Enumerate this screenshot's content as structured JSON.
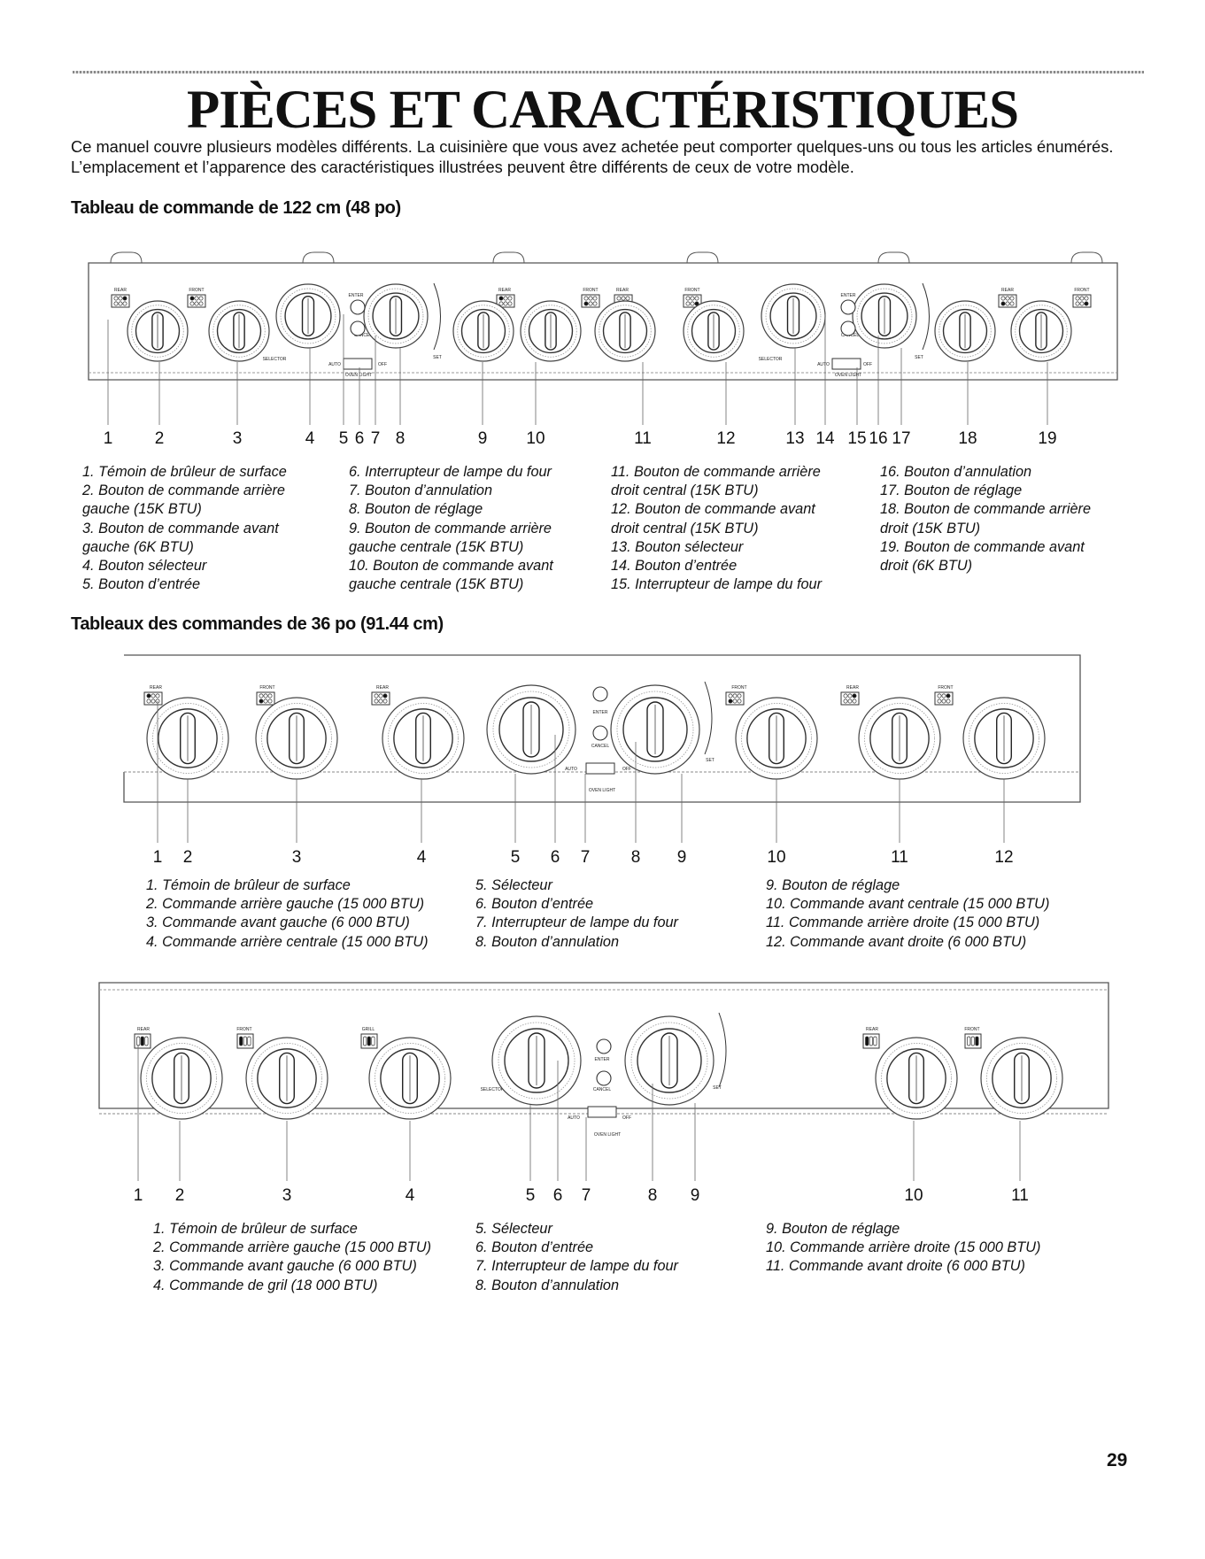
{
  "title": "PIÈCES ET CARACTÉRISTIQUES",
  "intro": "Ce manuel couvre plusieurs modèles différents. La cuisinière que vous avez achetée peut comporter quelques-uns ou tous les articles énumérés. L’emplacement et l’apparence des caractéristiques illustrées peuvent être différents de ceux de votre modèle.",
  "section1": {
    "heading": "Tableau de commande de 122 cm (48 po)",
    "panel_labels": {
      "rear": "REAR",
      "front": "FRONT",
      "enter": "ENTER",
      "cancel": "CANCEL",
      "selector": "SELECTOR",
      "auto": "AUTO",
      "off": "OFF",
      "oven_light": "OVEN LIGHT",
      "set": "SET"
    },
    "callouts": [
      "1",
      "2",
      "3",
      "4",
      "5",
      "6",
      "7",
      "8",
      "9",
      "10",
      "11",
      "12",
      "13",
      "14",
      "15",
      "16",
      "17",
      "18",
      "19"
    ],
    "legend": [
      [
        "1. Témoin de brûleur de surface",
        "2. Bouton de commande arrière",
        "gauche (15K BTU)",
        "3. Bouton de commande avant",
        "gauche (6K BTU)",
        "4. Bouton sélecteur",
        "5. Bouton d’entrée"
      ],
      [
        "6. Interrupteur de lampe du four",
        "7. Bouton d’annulation",
        "8. Bouton de réglage",
        "9. Bouton de commande arrière",
        "gauche centrale (15K BTU)",
        "10. Bouton de commande avant",
        "gauche centrale (15K BTU)"
      ],
      [
        "11. Bouton de commande arrière",
        "droit central (15K BTU)",
        "12. Bouton de commande avant",
        "droit central (15K BTU)",
        "13. Bouton sélecteur",
        "14. Bouton d’entrée",
        "15. Interrupteur de lampe du four"
      ],
      [
        "16. Bouton d’annulation",
        "17. Bouton de réglage",
        "18. Bouton de commande arrière",
        "droit (15K BTU)",
        "19. Bouton de commande avant",
        "droit (6K BTU)"
      ]
    ]
  },
  "section2": {
    "heading": "Tableaux des commandes de 36 po (91.44 cm)",
    "callouts": [
      "1",
      "2",
      "3",
      "4",
      "5",
      "6",
      "7",
      "8",
      "9",
      "10",
      "11",
      "12"
    ],
    "legend": [
      [
        "1. Témoin de brûleur de surface",
        "2. Commande arrière gauche (15 000 BTU)",
        "3. Commande avant gauche (6 000 BTU)",
        "4. Commande arrière centrale (15 000 BTU)"
      ],
      [
        "5. Sélecteur",
        "6. Bouton d’entrée",
        "7. Interrupteur de lampe du four",
        "8. Bouton d’annulation"
      ],
      [
        "9. Bouton de réglage",
        "10. Commande avant centrale (15 000 BTU)",
        "11. Commande arrière droite (15 000 BTU)",
        "12. Commande avant droite (6 000 BTU)"
      ]
    ]
  },
  "section3": {
    "panel_labels": {
      "rear": "REAR",
      "front": "FRONT",
      "grill": "GRILL"
    },
    "callouts": [
      "1",
      "2",
      "3",
      "4",
      "5",
      "6",
      "7",
      "8",
      "9",
      "10",
      "11"
    ],
    "legend": [
      [
        "1. Témoin de brûleur de surface",
        "2. Commande arrière gauche (15 000 BTU)",
        "3. Commande avant gauche (6 000 BTU)",
        "4. Commande de gril (18 000 BTU)"
      ],
      [
        "5. Sélecteur",
        "6. Bouton d’entrée",
        "7. Interrupteur de lampe du four",
        "8. Bouton d’annulation"
      ],
      [
        "9. Bouton de réglage",
        "10. Commande arrière droite (15 000 BTU)",
        "11. Commande avant droite (6 000 BTU)"
      ]
    ]
  },
  "page_number": "29"
}
